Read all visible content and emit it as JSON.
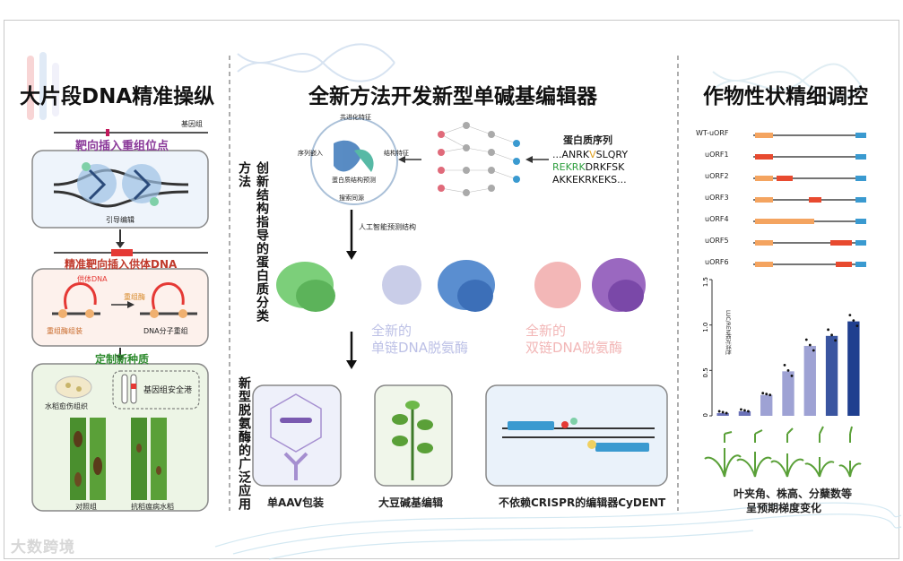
{
  "left": {
    "title": "大片段DNA精准操纵",
    "genome_label": "基因组",
    "step1": "靶向插入重组位点",
    "guide_edit": "引导编辑",
    "step2": "精准靶向插入供体DNA",
    "donor_dna": "供体DNA",
    "recombinase": "重组酶",
    "recombinase_assembly": "重组酶组装",
    "dna_recombination": "DNA分子重组",
    "step3": "定制新种质",
    "callus": "水稻愈伤组织",
    "safe_harbor": "基因组安全港",
    "control": "对照组",
    "resistant_rice": "抗稻瘟病水稻"
  },
  "middle": {
    "title": "全新方法开发新型单碱基编辑器",
    "side1": "创新结构指导的蛋白质分类方法",
    "side2": "新型脱氨酶的广泛应用",
    "cycle": [
      "共进化特征",
      "结构特征",
      "搜索同源",
      "序列嵌入"
    ],
    "structure_pred": "蛋白质结构预测",
    "seq_title": "蛋白质序列",
    "seq_lines": [
      [
        [
          "...ANRK",
          "#111111"
        ],
        [
          "V",
          "#e0a020"
        ],
        [
          "SLQRY",
          "#111111"
        ]
      ],
      [
        [
          "REKRK",
          "#2e9e3e"
        ],
        [
          "DRKFSK",
          "#111111"
        ]
      ],
      [
        [
          "AKKEKRK",
          "#111111"
        ],
        [
          "EKS...",
          "#111111"
        ]
      ]
    ],
    "ai_predict": "人工智能预测结构",
    "ss_deaminase_line1": "全新的",
    "ss_deaminase_line2": "单链DNA脱氨酶",
    "ds_deaminase_line1": "全新的",
    "ds_deaminase_line2": "双链DNA脱氨酶",
    "app1": "单AAV包装",
    "app2": "大豆碱基编辑",
    "app3": "不依赖CRISPR的编辑器CyDENT"
  },
  "right": {
    "title": "作物性状精细调控",
    "orfs": [
      "WT-uORF",
      "uORF1",
      "uORF2",
      "uORF3",
      "uORF4",
      "uORF5",
      "uORF6"
    ],
    "caption_line1": "叶夹角、株高、分蘖数等",
    "caption_line2": "呈预期梯度变化"
  },
  "chart_data": {
    "type": "bar",
    "ylabel": "LUC/REN相对活性",
    "ylim": [
      0,
      1.5
    ],
    "yticks": [
      "0",
      "0.5",
      "1.0",
      "1.5"
    ],
    "values": [
      0.03,
      0.05,
      0.23,
      0.49,
      0.77,
      0.88,
      1.04
    ],
    "colors": [
      "#6b72b8",
      "#6b72b8",
      "#9ea2d4",
      "#9ea2d4",
      "#9ea2d4",
      "#3a55a0",
      "#1f3f8f"
    ]
  },
  "watermark": "大数跨境"
}
